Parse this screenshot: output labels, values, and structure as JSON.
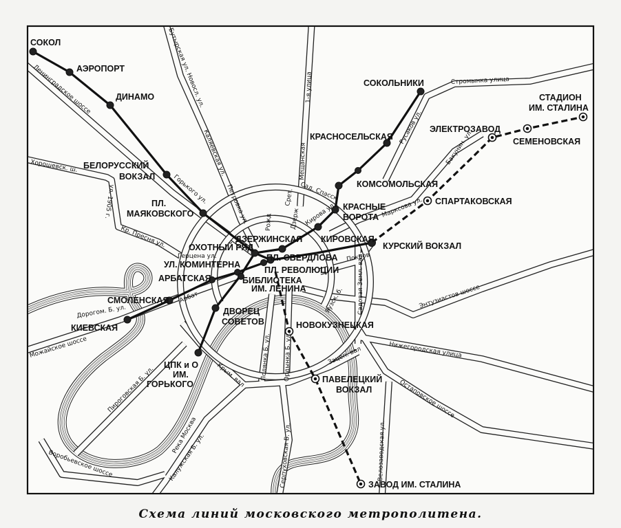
{
  "map": {
    "caption": "Схема линий московского метрополитена.",
    "stations": {
      "sokol": "СОКОЛ",
      "aeroport": "АЭРОПОРТ",
      "dinamo": "ДИНАМО",
      "belorussky_1": "БЕЛОРУССКИЙ",
      "belorussky_2": "ВОКЗАЛ",
      "mayakovskogo_1": "ПЛ.",
      "mayakovskogo_2": "МАЯКОВСКОГО",
      "okhotny": "ОХОТНЫЙ РЯД",
      "dzerzhinskaya": "ДЗЕРЖИНСКАЯ",
      "sverdlova": "ПЛ. СВЕРДЛОВА",
      "revolyutsii": "ПЛ. РЕВОЛЮЦИИ",
      "kominterna": "УЛ. КОМИНТЕРНА",
      "biblioteka_1": "БИБЛИОТЕКА",
      "biblioteka_2": "ИМ. ЛЕНИНА",
      "arbatskaya": "АРБАТСКАЯ",
      "smolenskaya": "СМОЛЕНСКАЯ",
      "kievskaya": "КИЕВСКАЯ",
      "dvorets_1": "ДВОРЕЦ",
      "dvorets_2": "СОВЕТОВ",
      "cpkio_1": "ЦПК и О",
      "cpkio_2": "ИМ.",
      "cpkio_3": "ГОРЬКОГО",
      "kirovskaya": "КИРОВСКАЯ",
      "krasnye_1": "КРАСНЫЕ",
      "krasnye_2": "ВОРОТА",
      "komsomolskaya": "КОМСОМОЛЬСКАЯ",
      "krasnoselskaya": "КРАСНОСЕЛЬСКАЯ",
      "sokolniki": "СОКОЛЬНИКИ",
      "kursky": "КУРСКИЙ ВОКЗАЛ",
      "spartakovskaya": "СПАРТАКОВСКАЯ",
      "elektrozavod": "ЭЛЕКТРОЗАВОД",
      "semenovskaya": "СЕМЕНОВСКАЯ",
      "stadion_1": "СТАДИОН",
      "stadion_2": "ИМ. СТАЛИНА",
      "novokuznetskaya": "НОВОКУЗНЕЦКАЯ",
      "paveletsky_1": "ПАВЕЛЕЦКИЙ",
      "paveletsky_2": "ВОКЗАЛ",
      "zavod": "ЗАВОД ИМ. СТАЛИНА"
    },
    "streets": {
      "leningradskoe": "Ленинградское шоссе",
      "butyrskaya": "Бутырская ул. Новосл. ул.",
      "kalyaevskaya": "Каляевская ул.",
      "petrovka": "Петровка ул.",
      "meshchanskaya": "Мещанская",
      "ulitsa_1ya": "1-я улица",
      "gorkogo": "Горького ул.",
      "khoroshevskoe": "Хорошевск. ш.",
      "ul1905": "ул. 1905 г.",
      "presnya": "Кр. Пресня ул.",
      "sadspassk": "Сад. Спасск",
      "sret": "Срет.",
      "rozhd": "Рожд",
      "dzerzh": "Дзерж",
      "kirova": "Кирова ул.",
      "rusakov": "Русаков ул.",
      "stromynka": "Стромынка улица",
      "bakunin": "Бакунин. ул.",
      "marksova": "Марксова ул.",
      "pokrov": "Покров",
      "gertsena": "Герцена ул.",
      "arbat": "Арбат",
      "mozhaiskoe": "Можайское шоссе",
      "dorogom": "Дорогом. Б. ул.",
      "sadzeml": "Садовая Земл. вал",
      "yauzsk": "Яузск. б.",
      "entuziastov": "Энтузиастов шоссе",
      "nizhegorodskaya": "Нижегородская улица",
      "ostapovskoe": "Остаповское шоссе",
      "velozavodskaya": "Велозаводская ул.",
      "zatsep": "Зацеп. вал",
      "ordynka": "Ордынка Б. ул.",
      "polyanka": "Полянка Б. ул.",
      "serpukhovskaya": "Серпуховская Б. ул.",
      "krymval": "Крым. вал",
      "pirogovskaya": "Пироговская Б. ул.",
      "reka": "Река Москва",
      "kaluzhskaya": "Калужская Б. ул.",
      "vorobyevskoe": "Воробьевское шоссе"
    },
    "legend": {
      "existing_line_style": "solid",
      "planned_line_style": "dashed"
    }
  }
}
